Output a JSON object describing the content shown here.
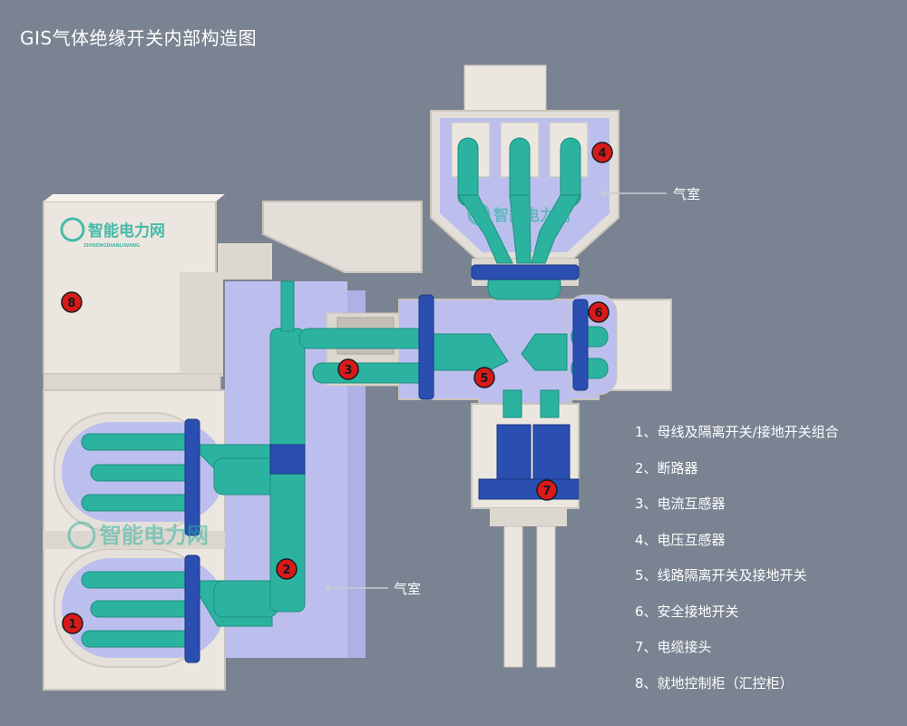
{
  "title": "GIS气体绝缘开关内部构造图",
  "gas_label": "气室",
  "watermark": {
    "text": "智能电力网",
    "subtext": "ZHINENGDIANLIWANG"
  },
  "markers": [
    "1",
    "2",
    "3",
    "4",
    "5",
    "6",
    "7",
    "8"
  ],
  "legend": [
    "1、母线及隔离开关/接地开关组合",
    "2、断路器",
    "3、电流互感器",
    "4、电压互感器",
    "5、线路隔离开关及接地开关",
    "6、安全接地开关",
    "7、电缆接头",
    "8、就地控制柜（汇控柜）"
  ],
  "colors": {
    "background": "#7a8391",
    "enclosure": "#ebe7e0",
    "gas_chamber": "#bcbfee",
    "conductor": "#2bb3a0",
    "insulator": "#2a4fb0",
    "marker": "#d91a1a"
  }
}
